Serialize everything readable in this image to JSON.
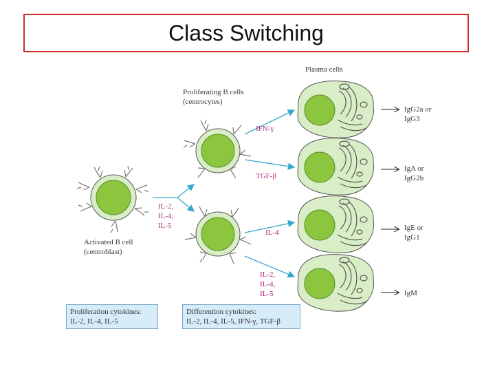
{
  "title": "Class Switching",
  "labels": {
    "plasma_cells": "Plasma cells",
    "proliferating_line1": "Proliferating B cells",
    "proliferating_line2": "(centrocytes)",
    "activated_line1": "Activated B cell",
    "activated_line2": "(centroblast)"
  },
  "cytokines": {
    "branch": [
      "IL-2,",
      "IL-4,",
      "IL-5"
    ],
    "ifn": "IFN-γ",
    "tgf": "TGF-β",
    "il4": "IL-4",
    "lower": [
      "IL-2,",
      "IL-4,",
      "IL-5"
    ]
  },
  "outputs": [
    {
      "line1": "IgG2a or",
      "line2": "IgG3"
    },
    {
      "line1": "IgA or",
      "line2": "IgG2b"
    },
    {
      "line1": "IgE or",
      "line2": "IgG1"
    },
    {
      "line1": "IgM",
      "line2": ""
    }
  ],
  "boxes": {
    "proliferation_title": "Proliferation cytokines:",
    "proliferation_list": "IL-2, IL-4, IL-5",
    "differention_title": "Differention cytokines:",
    "differention_list": "IL-2, IL-4, IL-5, IFN-γ, TGF-β"
  },
  "colors": {
    "nucleus": "#8cc63f",
    "cytoplasm": "#d9eec6",
    "arrow": "#35a9c9",
    "cytokine_text": "#b02a7a",
    "title_border": "#d32a2a"
  }
}
